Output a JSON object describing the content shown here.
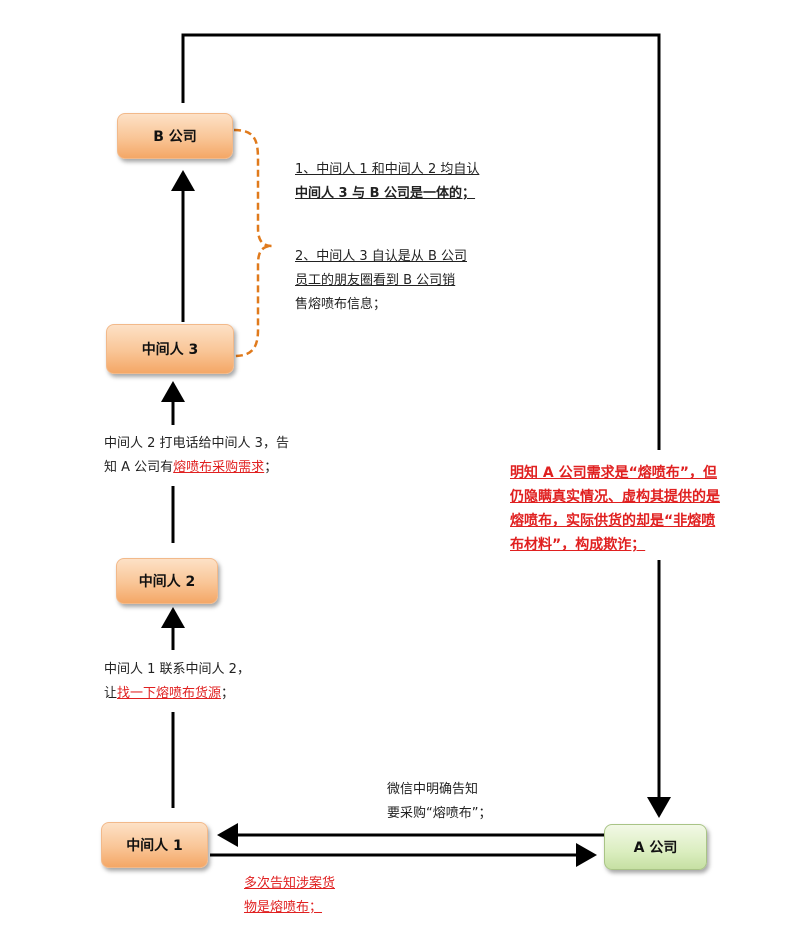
{
  "nodes": {
    "company_b": "B 公司",
    "middleman_3": "中间人 3",
    "middleman_2": "中间人 2",
    "middleman_1": "中间人 1",
    "company_a": "A 公司"
  },
  "notes": {
    "note1_line1": "1、中间人 1 和中间人 2 均自认",
    "note1_line2": "中间人 3 与 B 公司是一体的；",
    "note2_line1": "2、中间人 3 自认是从 B 公司",
    "note2_line2": "员工的朋友圈看到  B  公司销",
    "note2_line3": "售熔喷布信息；",
    "call_line1": "中间人 2 打电话给中间人 3，告",
    "call_line2_prefix": "知 A 公司有",
    "call_line2_highlight": "熔喷布采购需求",
    "call_line2_suffix": "；",
    "contact_line1": "中间人 1 联系中间人 2，",
    "contact_line2_prefix": "让",
    "contact_line2_highlight": "找一下熔喷布货源",
    "contact_line2_suffix": "；",
    "wechat_line1": "微信中明确告知",
    "wechat_line2": "要采购“熔喷布”；",
    "repeat_line1": "多次告知涉案货",
    "repeat_line2": "物是熔喷布；",
    "fraud_line1": "明知  A  公司需求是“熔喷布”，但",
    "fraud_line2": "仍隐瞒真实情况、虚构其提供的是",
    "fraud_line3": "熔喷布，实际供货的却是“非熔喷",
    "fraud_line4": "布材料”，构成欺诈；"
  },
  "colors": {
    "node_orange": "#f9c596",
    "node_green": "#dbeec0",
    "bracket": "#e07a1c",
    "highlight_red": "#e02020",
    "arrow": "#000000"
  }
}
